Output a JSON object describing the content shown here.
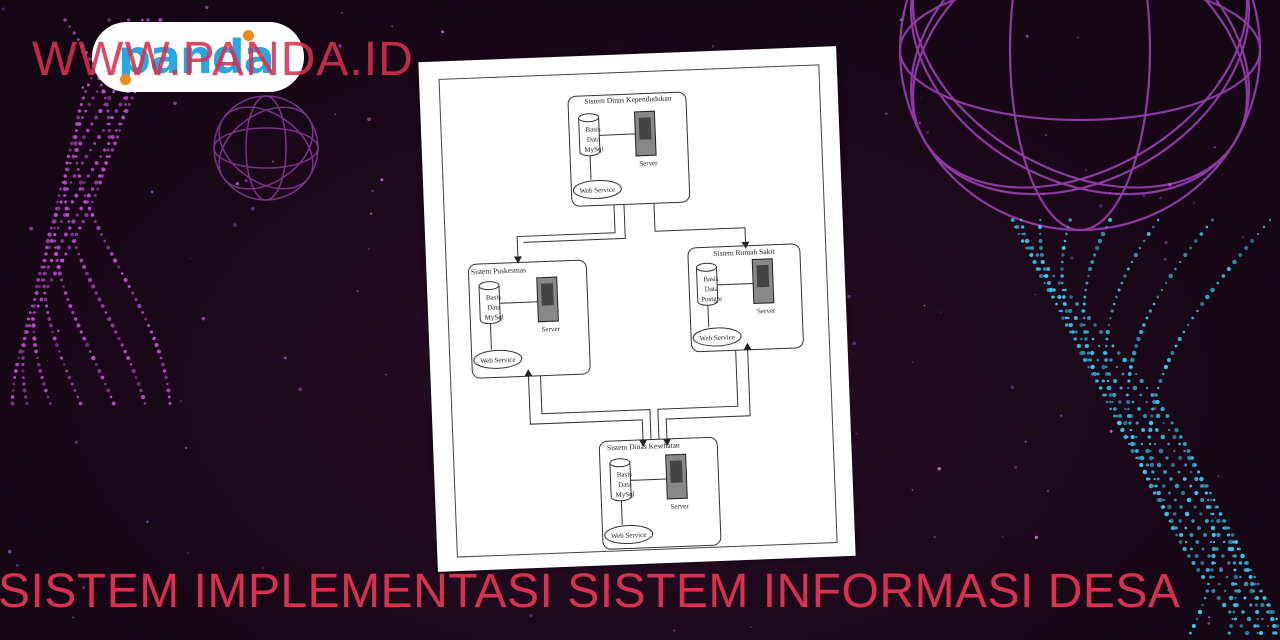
{
  "watermark": "WWW.PANDA.ID",
  "logo": {
    "text": "panda"
  },
  "diagram": {
    "nodes": {
      "top": {
        "title": "Sistem Dinas Kependudukan",
        "db": [
          "Basis",
          "Data",
          "MySql"
        ],
        "server": "Server",
        "service": "Web Service"
      },
      "left": {
        "title": "Sistem Puskesmas",
        "db": [
          "Basis",
          "Data",
          "MySql"
        ],
        "server": "Server",
        "service": "Web Service"
      },
      "right": {
        "title": "Sistem Rumah Sakit",
        "db": [
          "Basis",
          "Data",
          "Postgre"
        ],
        "server": "Server",
        "service": "Web Service"
      },
      "bottom": {
        "title": "Sistem Dinas Kesehatan",
        "db": [
          "Basis",
          "Data",
          "MySql"
        ],
        "server": "Server",
        "service": "Web Service"
      }
    }
  },
  "title": "SISTEM IMPLEMENTASI SISTEM INFORMASI DESA",
  "colors": {
    "accent": "#d8304f",
    "logo_blue": "#2aa5e0",
    "logo_orange": "#f08a1c"
  }
}
